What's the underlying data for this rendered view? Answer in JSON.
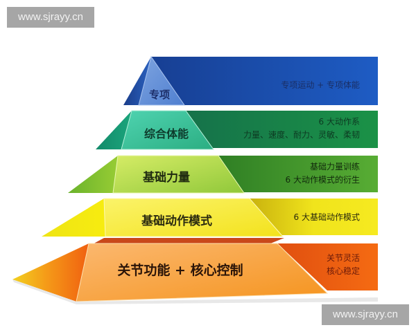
{
  "watermarks": {
    "top_left": "www.sjrayy.cn",
    "bottom_right": "www.sjrayy.cn"
  },
  "pyramid": {
    "tiers": [
      {
        "label": "专项",
        "desc": [
          "专项运动 + 专项体能"
        ],
        "color": "#1f57b8"
      },
      {
        "label": "综合体能",
        "desc": [
          "6 大动作系",
          "力量、速度、耐力、灵敏、柔韧"
        ],
        "color": "#1a8a4a"
      },
      {
        "label": "基础力量",
        "desc": [
          "基础力量训练",
          "6 大动作模式的衍生"
        ],
        "color": "#4fa32e"
      },
      {
        "label": "基础动作模式",
        "desc": [
          "6 大基础动作模式"
        ],
        "color": "#f0e01a"
      },
      {
        "label": "关节功能 + 核心控制",
        "desc": [
          "关节灵活",
          "核心稳定"
        ],
        "color": "#f27010"
      }
    ]
  }
}
